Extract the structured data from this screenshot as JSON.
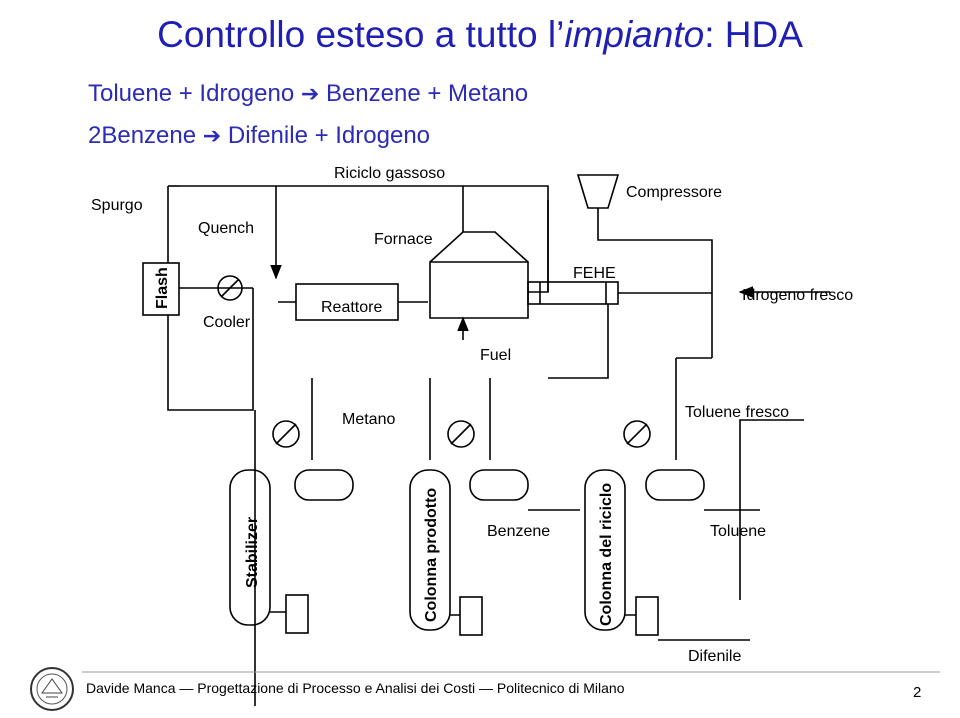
{
  "slide": {
    "title_prefix": "Controllo esteso a tutto l",
    "title_apostrophe": "’",
    "title_italic": "impianto",
    "title_suffix": ": HDA",
    "reaction1_left": "Toluene + Idrogeno",
    "reaction1_right": "Benzene + Metano",
    "reaction2_left": "2Benzene",
    "reaction2_right": "Difenile + Idrogeno",
    "arrow_glyph": "➔"
  },
  "labels": {
    "spurgo": "Spurgo",
    "quench": "Quench",
    "riciclo": "Riciclo gassoso",
    "fornace": "Fornace",
    "compressore": "Compressore",
    "flash": "Flash",
    "cooler": "Cooler",
    "reattore": "Reattore",
    "fehe": "FEHE",
    "idrogeno_fresco": "Idrogeno fresco",
    "fuel": "Fuel",
    "metano": "Metano",
    "toluene_fresco": "Toluene fresco",
    "stabilizer": "Stabilizer",
    "colonna_prodotto": "Colonna prodotto",
    "benzene": "Benzene",
    "colonna_riciclo": "Colonna del riciclo",
    "toluene": "Toluene",
    "difenile": "Difenile"
  },
  "footer": {
    "text": "Davide Manca — Progettazione di Processo e Analisi dei Costi — Politecnico di Milano",
    "page": "2"
  },
  "colors": {
    "title": "#1f1fb4",
    "reactions": "#2b2bb8",
    "lines": "#000000"
  },
  "icons": {
    "seal": "university-seal-icon",
    "valve": "control-valve-icon"
  }
}
